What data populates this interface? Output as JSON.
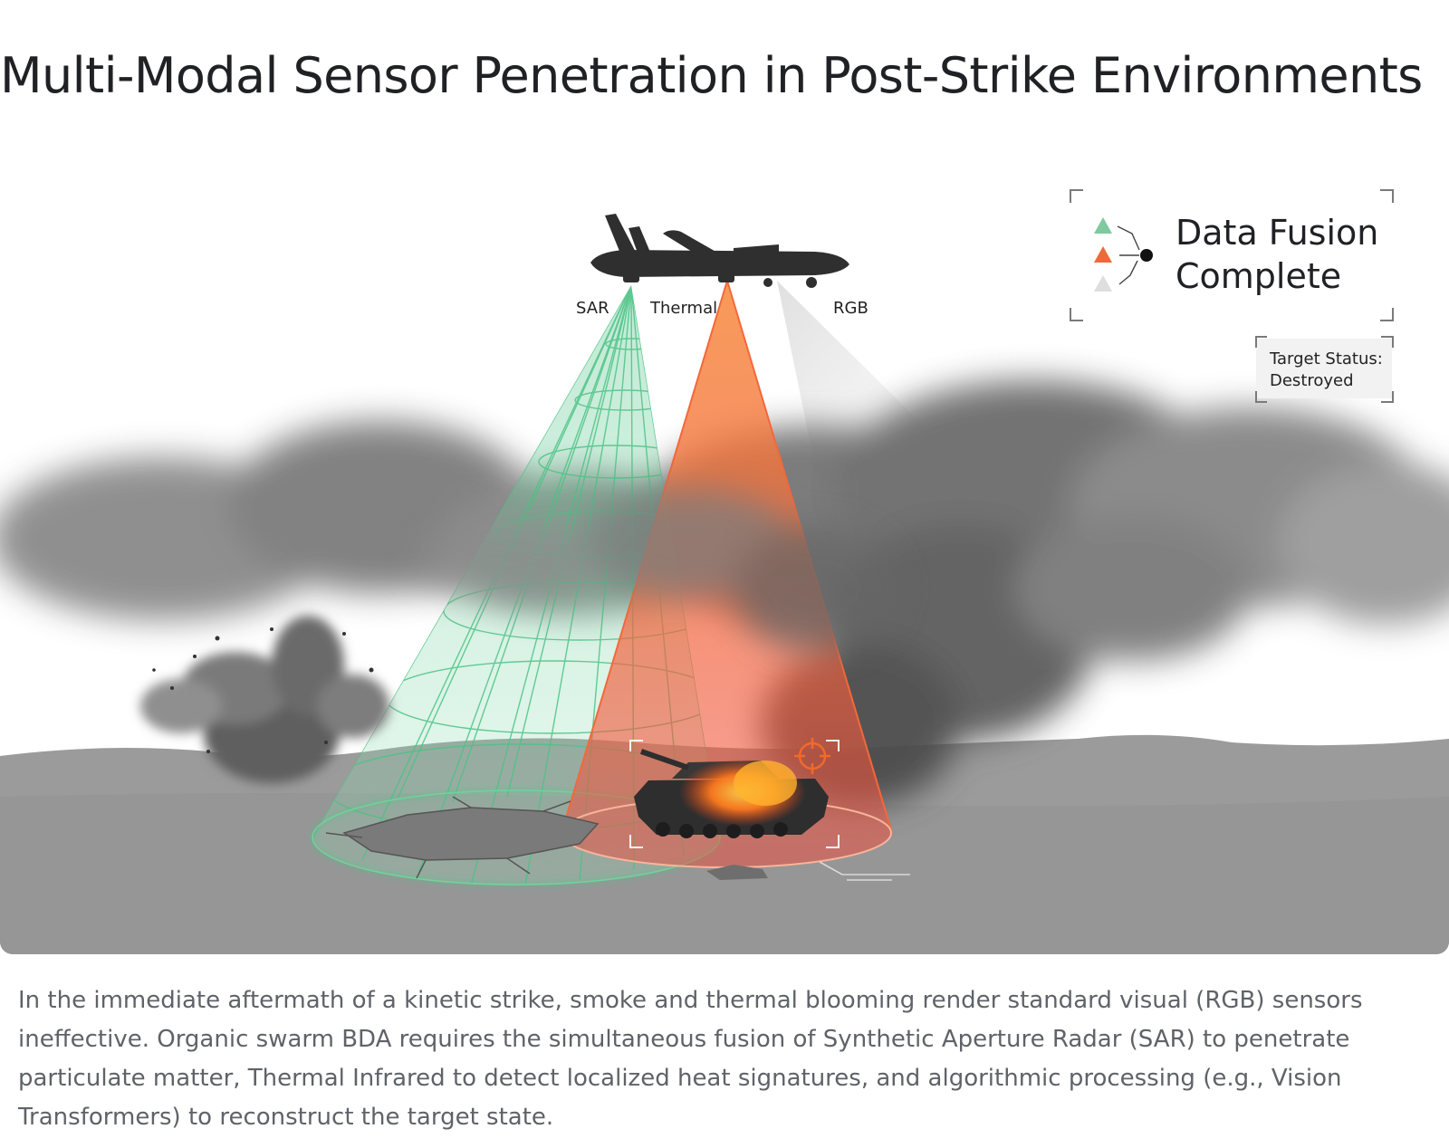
{
  "page": {
    "title": "Multi-Modal Sensor Penetration in Post-Strike Environments",
    "caption": "In the immediate aftermath of a kinetic strike, smoke and thermal blooming render standard visual (RGB) sensors ineffective. Organic swarm BDA requires the simultaneous fusion of Synthetic Aperture Radar (SAR) to penetrate particulate matter, Thermal Infrared to detect localized heat signatures, and algorithmic processing (e.g., Vision Transformers) to reconstruct the target state."
  },
  "diagram": {
    "sensor_labels": {
      "sar": "SAR",
      "thermal": "Thermal",
      "rgb": "RGB"
    },
    "fusion_panel": {
      "line1": "Data Fusion",
      "line2": "Complete"
    },
    "status_panel": {
      "line1": "Target Status:",
      "line2": "Destroyed"
    },
    "colors": {
      "sar": "#4cc285",
      "thermal": "#f0743a",
      "rgb": "#d8d8d8",
      "ground": "#9a9a9a",
      "smoke": "#6f6f6f"
    },
    "icons": [
      "drone-icon",
      "tank-icon",
      "crosshair-icon",
      "sensor-triangle-icon"
    ]
  }
}
